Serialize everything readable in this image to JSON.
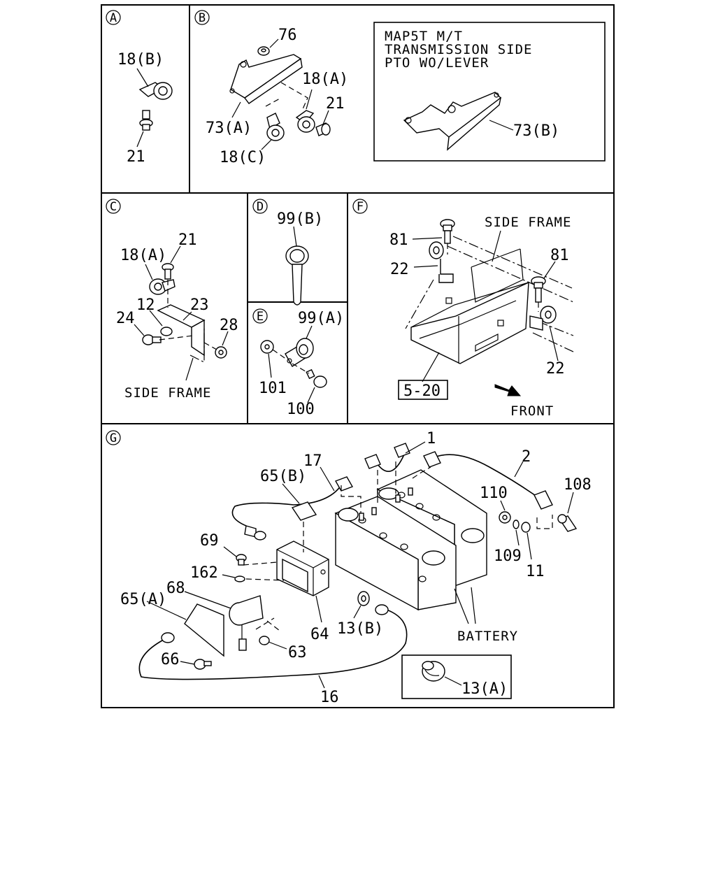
{
  "sections": {
    "A": {
      "marker": "A",
      "labels": [
        "18(B)",
        "21"
      ]
    },
    "B": {
      "marker": "B",
      "labels": [
        "76",
        "18(A)",
        "21",
        "73(A)",
        "18(C)"
      ],
      "note": {
        "lines": [
          "MAP5T M/T",
          "TRANSMISSION SIDE",
          "PTO WO/LEVER"
        ],
        "label": "73(B)"
      }
    },
    "C": {
      "marker": "C",
      "labels": [
        "21",
        "18(A)",
        "12",
        "23",
        "24",
        "28"
      ],
      "caption": "SIDE FRAME"
    },
    "D": {
      "marker": "D",
      "labels": [
        "99(B)"
      ]
    },
    "E": {
      "marker": "E",
      "labels": [
        "99(A)",
        "101",
        "100"
      ]
    },
    "F": {
      "marker": "F",
      "labels": [
        "SIDE FRAME",
        "81",
        "81",
        "22",
        "22"
      ],
      "ref_box": "5-20",
      "direction": "FRONT"
    },
    "G": {
      "marker": "G",
      "labels": [
        "1",
        "2",
        "17",
        "65(B)",
        "108",
        "110",
        "109",
        "11",
        "69",
        "162",
        "68",
        "65(A)",
        "64",
        "13(B)",
        "63",
        "66",
        "16"
      ],
      "battery_label": "BATTERY",
      "inset_label": "13(A)"
    }
  }
}
